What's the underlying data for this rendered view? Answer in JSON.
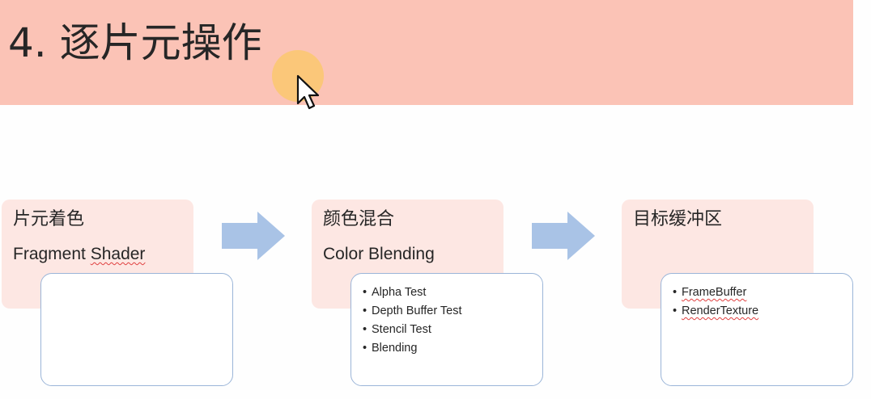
{
  "title": "4. 逐片元操作",
  "stages": [
    {
      "label_cn": "片元着色",
      "label_en_plain": "Fragment ",
      "label_en_marked": "Shader",
      "items": []
    },
    {
      "label_cn": "颜色混合",
      "label_en_plain": "Color Blending",
      "label_en_marked": "",
      "items": [
        "Alpha Test",
        "Depth Buffer Test",
        "Stencil Test",
        "Blending"
      ]
    },
    {
      "label_cn": "目标缓冲区",
      "label_en_plain": "",
      "label_en_marked": "",
      "items": [
        "FrameBuffer",
        "RenderTexture"
      ]
    }
  ],
  "colors": {
    "title_bar": "#fbc3b6",
    "stage_box": "#fde7e3",
    "detail_border": "#9bb5d8",
    "arrow": "#a9c3e6",
    "cursor_highlight": "#fac86e"
  },
  "icons": {
    "cursor": "mouse-pointer-icon",
    "flow": "arrow-right-icon"
  }
}
